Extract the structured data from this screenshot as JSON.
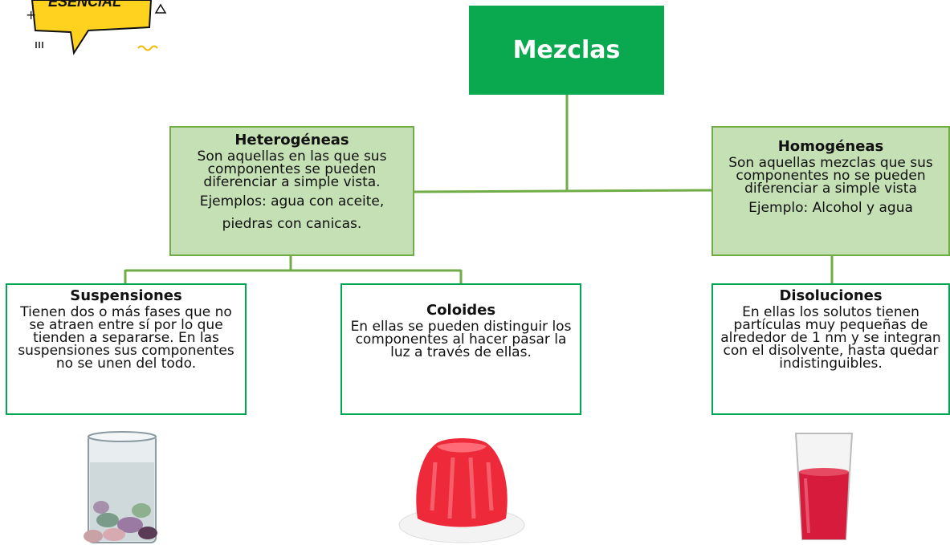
{
  "badge": {
    "text": "ESENCIAL"
  },
  "root": {
    "title": "Mezclas"
  },
  "heterogeneas": {
    "title": "Heterogéneas",
    "description": "Son aquellas en las que sus componentes se pueden diferenciar a simple vista.",
    "examples_line1": "Ejemplos: agua con aceite,",
    "examples_line2": "piedras con canicas."
  },
  "homogeneas": {
    "title": "Homogéneas",
    "description": "Son aquellas mezclas que sus componentes no se pueden diferenciar a simple vista",
    "example": "Ejemplo: Alcohol y agua"
  },
  "suspensiones": {
    "title": "Suspensiones",
    "description": "Tienen dos o más fases que no se atraen entre sí por lo que tienden a separarse. En las suspensiones sus componentes no se unen del todo."
  },
  "coloides": {
    "title": "Coloides",
    "description": "En ellas se pueden distinguir los componentes al hacer pasar la luz a través de ellas."
  },
  "disoluciones": {
    "title": "Disoluciones",
    "description": "En ellas los solutos tienen partículas muy pequeñas de alrededor de 1 nm y se integran con el disolvente, hasta quedar indistinguibles."
  },
  "colors": {
    "green_dark": "#0aa84f",
    "green_light": "#c5e0b4",
    "line": "#70ad47"
  }
}
